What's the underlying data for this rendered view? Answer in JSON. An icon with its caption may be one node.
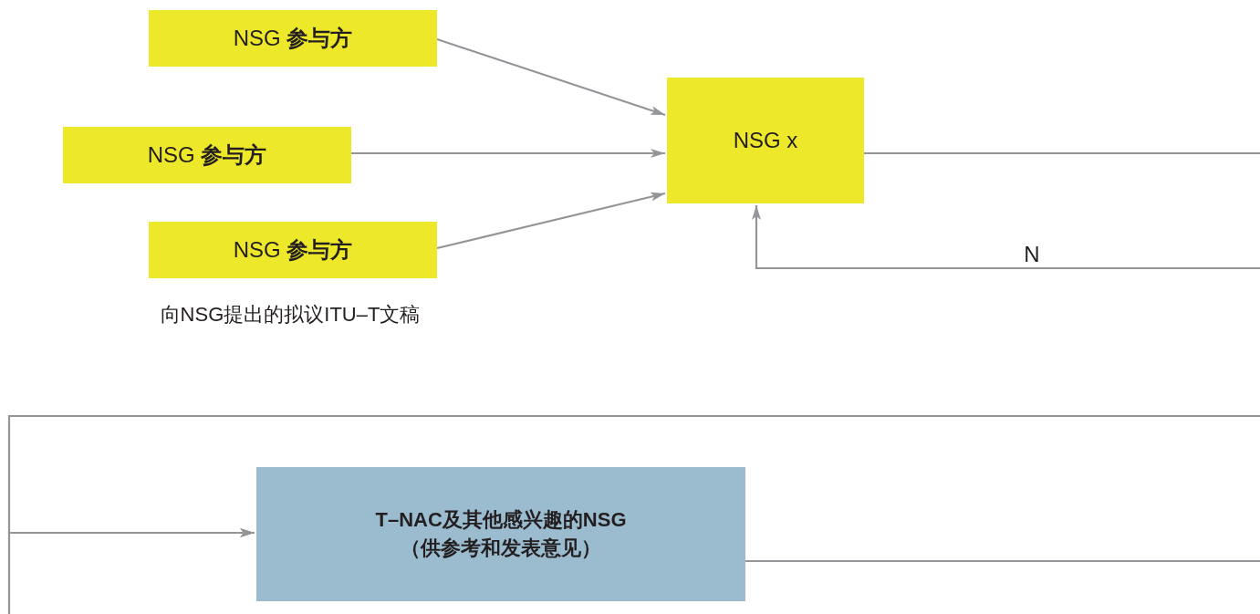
{
  "diagram": {
    "nodes": [
      {
        "text": [
          "NSG **参与方**"
        ]
      },
      {
        "text": [
          "NSG **参与方**"
        ]
      },
      {
        "text": [
          "NSG **参与方**"
        ]
      },
      {
        "text": [
          "NSG x"
        ]
      },
      {
        "text": [
          "T–NAC及其他感兴趣的NSG",
          "（供参考和发表意见）"
        ]
      }
    ],
    "edges": [
      {
        "from": 0,
        "to": 3,
        "arrow": "to"
      },
      {
        "from": 1,
        "to": 3,
        "arrow": "to"
      },
      {
        "from": 2,
        "to": 3,
        "arrow": "to"
      },
      {
        "from": 3,
        "to": null,
        "arrow": "none"
      },
      {
        "from": null,
        "to": 3,
        "arrow": "to",
        "label": "N"
      },
      {
        "from": null,
        "to": 4,
        "arrow": "to"
      },
      {
        "from": null,
        "to": 4,
        "arrow": "to"
      },
      {
        "from": 4,
        "to": null,
        "arrow": "none"
      }
    ],
    "labels": [
      "向NSG提出的拟议ITU–T文稿"
    ]
  }
}
